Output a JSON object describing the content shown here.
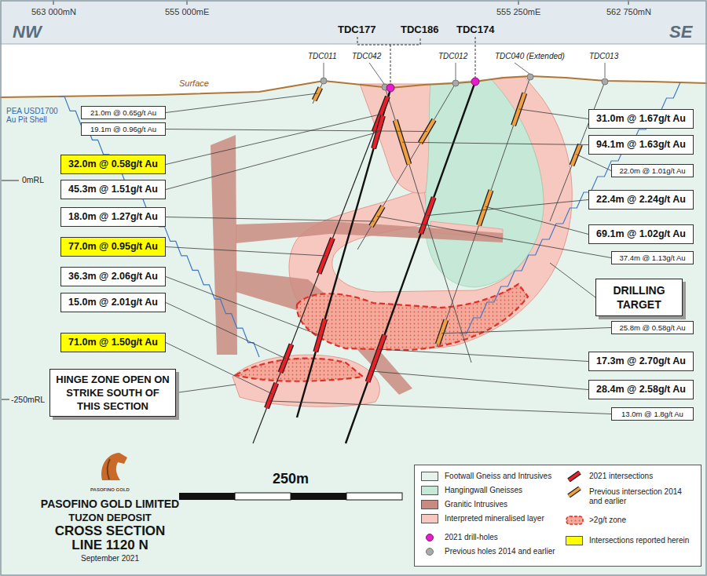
{
  "diagram": {
    "nodes": [
      {
        "text": [
          "21.0m @ 0.65g/t Au"
        ]
      },
      {
        "text": [
          "19.1m @ 0.96g/t Au"
        ]
      },
      {
        "text": [
          "32.0m @ 0.58g/t Au"
        ]
      },
      {
        "text": [
          "45.3m @ 1.51g/t Au"
        ]
      },
      {
        "text": [
          "18.0m @ 1.27g/t Au"
        ]
      },
      {
        "text": [
          "77.0m @ 0.95g/t Au"
        ]
      },
      {
        "text": [
          "36.3m @ 2.06g/t Au"
        ]
      },
      {
        "text": [
          "15.0m @ 2.01g/t Au"
        ]
      },
      {
        "text": [
          "71.0m @ 1.50g/t Au"
        ]
      },
      {
        "text": [
          "HINGE ZONE OPEN ON STRIKE SOUTH OF THIS SECTION"
        ]
      },
      {
        "text": [
          "31.0m @ 1.67g/t Au"
        ]
      },
      {
        "text": [
          "94.1m @ 1.63g/t Au"
        ]
      },
      {
        "text": [
          "22.0m @ 1.01g/t Au"
        ]
      },
      {
        "text": [
          "22.4m @ 2.24g/t Au"
        ]
      },
      {
        "text": [
          "69.1m @ 1.02g/t Au"
        ]
      },
      {
        "text": [
          "37.4m @ 1.13g/t Au"
        ]
      },
      {
        "text": [
          "DRILLING TARGET"
        ]
      },
      {
        "text": [
          "25.8m @ 0.58g/t Au"
        ]
      },
      {
        "text": [
          "17.3m @ 2.70g/t Au"
        ]
      },
      {
        "text": [
          "28.4m @ 2.58g/t Au"
        ]
      },
      {
        "text": [
          "13.0m @ 1.8g/t Au"
        ]
      }
    ],
    "labels": [
      "563 000mN",
      "555 000mE",
      "555 250mE",
      "562 750mN",
      "NW",
      "SE",
      "TDC177",
      "TDC186",
      "TDC174",
      "TDC011",
      "TDC042",
      "TDC012",
      "TDC040 (Extended)",
      "TDC013",
      "Surface",
      "PEA USD1700 Au Pit Shell",
      "0mRL",
      "-250mRL",
      "250m",
      "PASOFINO GOLD",
      "PASOFINO GOLD LIMITED",
      "TUZON DEPOSIT",
      "CROSS SECTION LINE 1120 N",
      "September 2021"
    ],
    "legend": [
      {
        "text": "Footwall Gneiss and Intrusives",
        "color": "#e6f3ec"
      },
      {
        "text": "Hangingwall Gneisses",
        "color": "#c6e9d7"
      },
      {
        "text": "Granitic Intrusives",
        "color": "#c98b80"
      },
      {
        "text": "Interpreted mineralised layer",
        "color": "#f6c8bf"
      },
      {
        "text": "2021 drill-holes"
      },
      {
        "text": "Previous holes 2014 and earlier"
      },
      {
        "text": "2021 intersections"
      },
      {
        "text": "Previous intersection 2014 and earlier"
      },
      {
        "text": ">2g/t zone"
      },
      {
        "text": "Intersections reported herein",
        "color": "#ffff00"
      }
    ]
  }
}
